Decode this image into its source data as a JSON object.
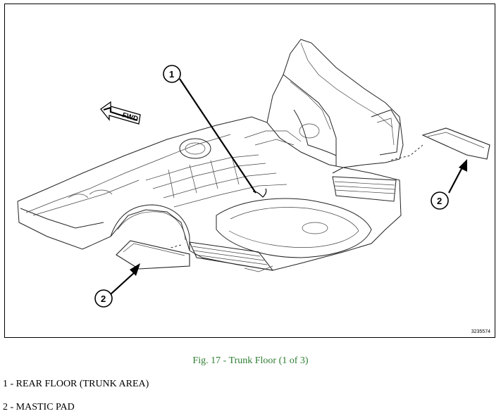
{
  "figure": {
    "callouts": [
      {
        "id": "callout-1",
        "label": "1"
      },
      {
        "id": "callout-2a",
        "label": "2"
      },
      {
        "id": "callout-2b",
        "label": "2"
      }
    ],
    "fwd_label": "FWD",
    "figure_number": "3235574"
  },
  "caption": "Fig. 17 - Trunk Floor (1 of 3)",
  "legend": [
    "1 - REAR FLOOR (TRUNK AREA)",
    "2 - MASTIC PAD"
  ],
  "colors": {
    "caption": "#2e7d32",
    "frame": "#000000"
  }
}
